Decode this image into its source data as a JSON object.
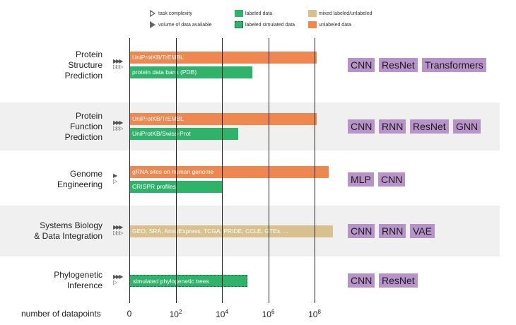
{
  "legend": {
    "task_complexity": "task complexity",
    "volume": "volume of data available",
    "labeled": "labeled data",
    "labeled_simulated": "labeled simulated data",
    "mixed": "mixed labeled/unlabeled",
    "unlabeled": "unlabeled data"
  },
  "colors": {
    "labeled": "#2fb36b",
    "unlabeled": "#ef8750",
    "mixed": "#d8c08f",
    "model": "#b793c9",
    "band": "#f0f0f0"
  },
  "chart_data": {
    "type": "bar",
    "xlabel": "number of datapoints",
    "x_ticks": [
      {
        "base": "0",
        "exp": ""
      },
      {
        "base": "10",
        "exp": "2"
      },
      {
        "base": "10",
        "exp": "4"
      },
      {
        "base": "10",
        "exp": "6"
      },
      {
        "base": "10",
        "exp": "8"
      }
    ],
    "xlim_log10": [
      0,
      8
    ],
    "rows": [
      {
        "label": [
          "Protein",
          "Structure",
          "Prediction"
        ],
        "complexity": 3,
        "volume": 3,
        "shaded": false,
        "bars": [
          {
            "name": "UniProtKB/TrEMBL",
            "kind": "unlabeled",
            "log10_count": 8.1
          },
          {
            "name": "protein data bank (PDB)",
            "kind": "labeled",
            "log10_count": 5.3
          }
        ],
        "models": [
          "CNN",
          "ResNet",
          "Transformers"
        ]
      },
      {
        "label": [
          "Protein",
          "Function",
          "Prediction"
        ],
        "complexity": 3,
        "volume": 3,
        "shaded": true,
        "bars": [
          {
            "name": "UniProtKB/TrEMBL",
            "kind": "unlabeled",
            "log10_count": 8.1
          },
          {
            "name": "UniProtKB/Swiss-Prot",
            "kind": "labeled",
            "log10_count": 4.7
          }
        ],
        "models": [
          "CNN",
          "RNN",
          "ResNet",
          "GNN"
        ]
      },
      {
        "label": [
          "Genome",
          "Engineering"
        ],
        "complexity": 1,
        "volume": 1,
        "shaded": false,
        "bars": [
          {
            "name": "gRNA sites on human genome",
            "kind": "unlabeled",
            "log10_count": 8.6
          },
          {
            "name": "CRISPR profiles",
            "kind": "labeled",
            "log10_count": 4.0
          }
        ],
        "models": [
          "MLP",
          "CNN"
        ]
      },
      {
        "label": [
          "Systems Biology",
          "& Data Integration"
        ],
        "complexity": 3,
        "volume": 3,
        "shaded": true,
        "bars": [
          {
            "name": "GEO, SRA, ArrayExpress, TCGA, PRIDE, CCLE, GTEx, ...",
            "kind": "mixed",
            "log10_count": 8.8
          }
        ],
        "models": [
          "CNN",
          "RNN",
          "VAE"
        ]
      },
      {
        "label": [
          "Phylogenetic",
          "Inference"
        ],
        "complexity": 1,
        "volume": 3,
        "shaded": false,
        "bars": [
          {
            "name": "simulated phylogenetic trees",
            "kind": "labeled_simulated",
            "log10_count": 5.1
          }
        ],
        "models": [
          "CNN",
          "ResNet"
        ]
      }
    ]
  }
}
